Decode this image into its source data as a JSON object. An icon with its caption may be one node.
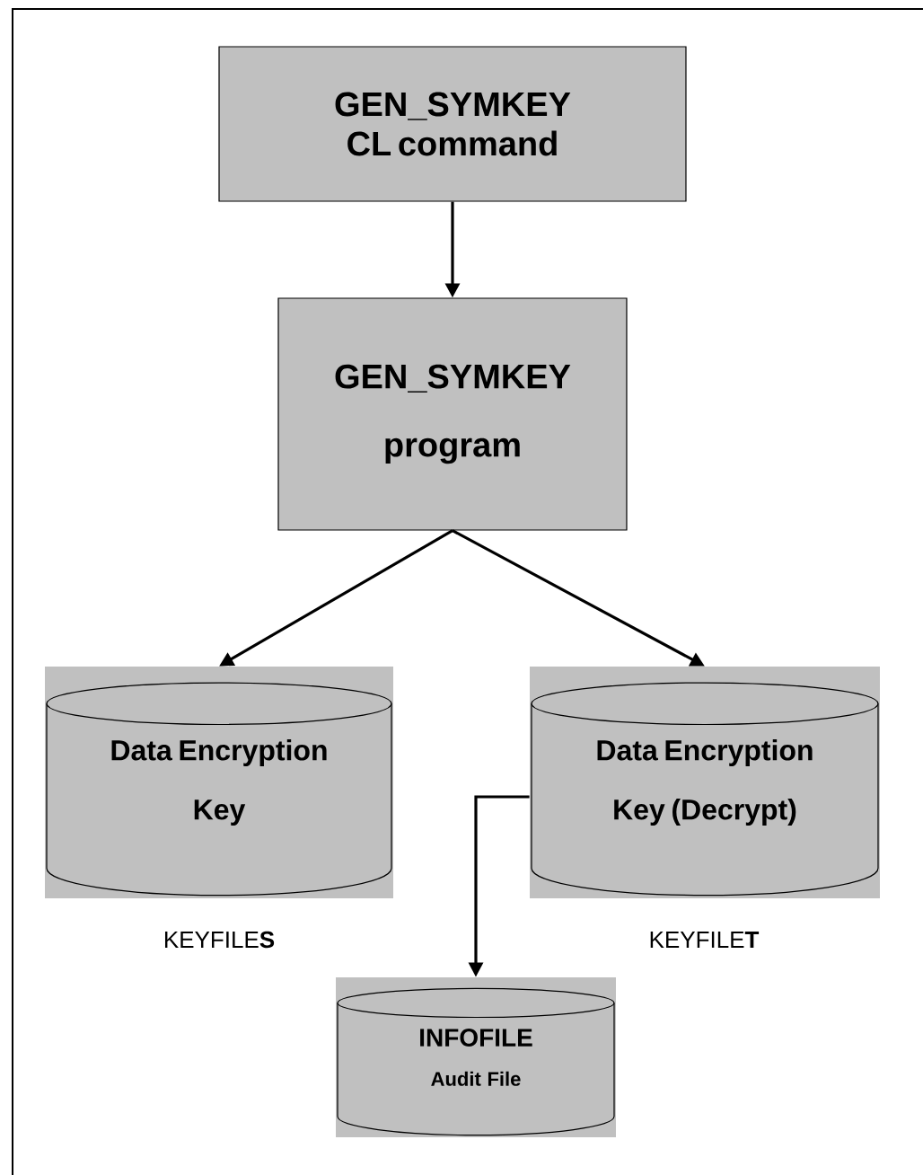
{
  "diagram": {
    "nodes": [
      {
        "text": [
          "GEN_SYMKEY CL command"
        ]
      },
      {
        "text": [
          "GEN_SYMKEY program"
        ]
      },
      {
        "text": [
          "Data Encryption Key"
        ],
        "beside": [
          "KEYFILE**S**"
        ]
      },
      {
        "text": [
          "Data Encryption Key (Decrypt)"
        ],
        "beside": [
          "KEYFILE**T**"
        ]
      },
      {
        "text": [
          "INFOFILE",
          "Audit File"
        ]
      }
    ],
    "edges": [
      {
        "from": 0,
        "to": 1,
        "arrow": "to"
      },
      {
        "from": 1,
        "to": 2,
        "arrow": "to"
      },
      {
        "from": 1,
        "to": 3,
        "arrow": "to"
      },
      {
        "from": 3,
        "to": 4,
        "arrow": "to"
      }
    ]
  }
}
